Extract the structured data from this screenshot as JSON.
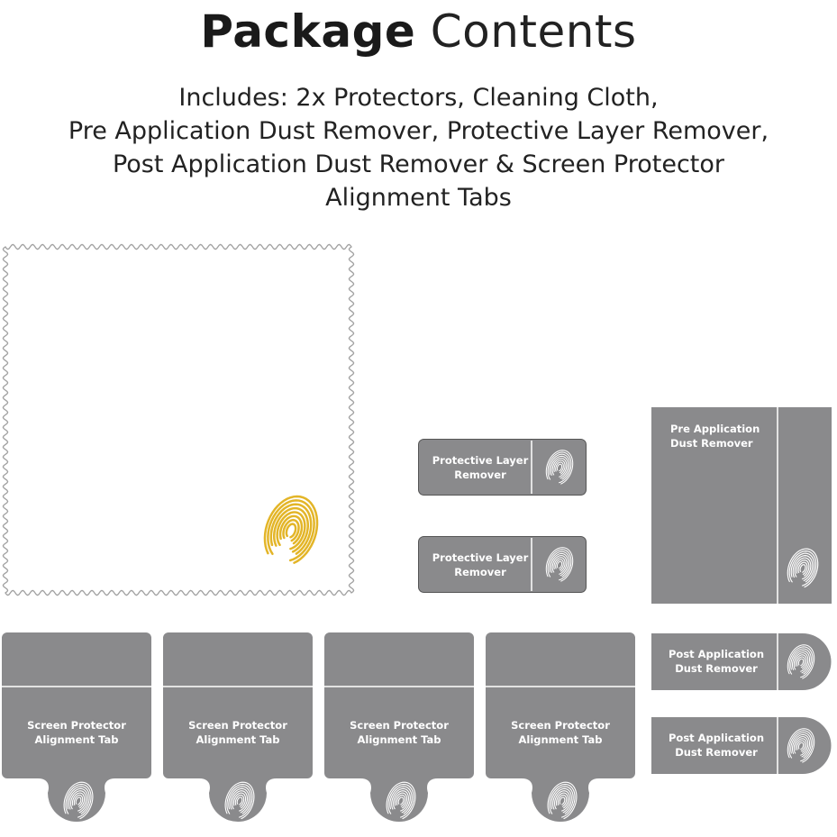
{
  "header": {
    "title_bold": "Package",
    "title_light": "Contents",
    "subtitle_lines": [
      "Includes: 2x Protectors, Cleaning Cloth,",
      "Pre Application Dust Remover, Protective Layer Remover,",
      "Post Application Dust Remover & Screen Protector",
      "Alignment Tabs"
    ]
  },
  "items": {
    "protective_layer_remover": {
      "line1": "Protective Layer",
      "line2": "Remover"
    },
    "pre_application": {
      "line1": "Pre Application",
      "line2": "Dust Remover"
    },
    "post_application": {
      "line1": "Post Application",
      "line2": "Dust Remover"
    },
    "alignment_tab": {
      "line1": "Screen Protector",
      "line2": "Alignment Tab"
    }
  },
  "colors": {
    "card_gray": "#8a8a8c",
    "divider": "#ffffff",
    "fingerprint_gold": "#e3b528",
    "cloth_border": "#a0a0a0"
  },
  "icons": [
    "fingerprint-icon"
  ]
}
